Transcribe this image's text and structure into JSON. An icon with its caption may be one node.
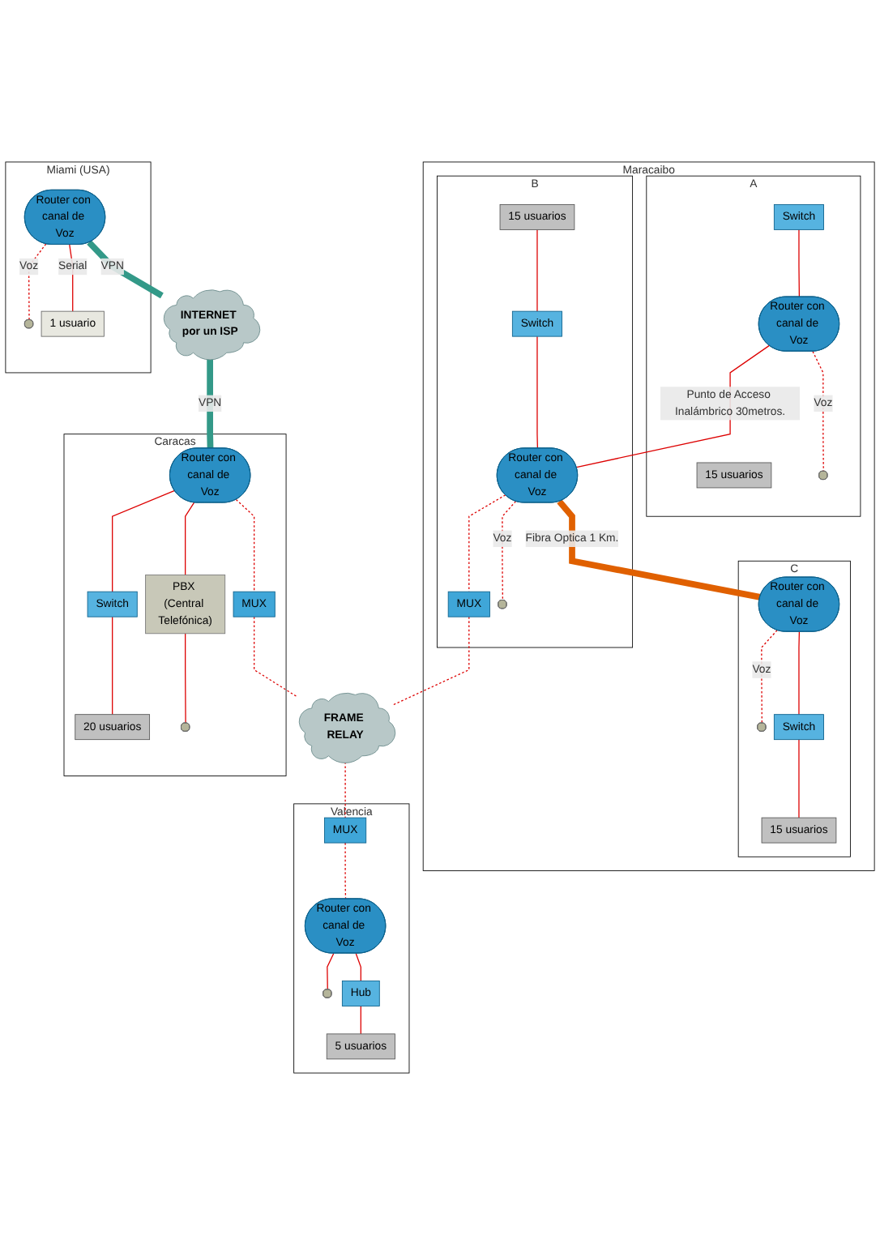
{
  "diagram": {
    "nodes": [
      {
        "text": [
          "Maracaibo"
        ]
      },
      {
        "text": [
          "A"
        ],
        "in": 0
      },
      {
        "text": [
          "15 usuarios"
        ],
        "in": 1
      },
      {
        "text": [],
        "shape": "phone",
        "in": 1
      },
      {
        "text": [
          "Switch"
        ],
        "in": 1
      },
      {
        "text": [
          "Router con canal de Voz"
        ],
        "in": 1
      },
      {
        "text": [
          "B"
        ],
        "in": 0
      },
      {
        "text": [
          "15 usuarios"
        ],
        "in": 6
      },
      {
        "text": [
          "MUX"
        ],
        "in": 6
      },
      {
        "text": [
          "Switch"
        ],
        "in": 6
      },
      {
        "text": [
          "Router con canal de Voz"
        ],
        "in": 6
      },
      {
        "text": [],
        "shape": "phone",
        "in": 6
      },
      {
        "text": [
          "C"
        ],
        "in": 0
      },
      {
        "text": [
          "Router con canal de Voz"
        ],
        "in": 12
      },
      {
        "text": [],
        "shape": "phone",
        "in": 12
      },
      {
        "text": [
          "Switch"
        ],
        "in": 12
      },
      {
        "text": [
          "15 usuarios"
        ],
        "in": 12
      },
      {
        "text": [
          "Miami (USA)"
        ]
      },
      {
        "text": [
          "Router con canal de Voz"
        ],
        "in": 17
      },
      {
        "text": [],
        "shape": "phone",
        "in": 17
      },
      {
        "text": [
          "1 usuario"
        ],
        "in": 17
      },
      {
        "text": [
          "INTERNET por un ISP"
        ]
      },
      {
        "text": [
          "Caracas"
        ]
      },
      {
        "text": [
          "Switch"
        ],
        "in": 22
      },
      {
        "text": [
          "20 usuarios"
        ],
        "in": 22
      },
      {
        "text": [
          "Router con canal de Voz"
        ],
        "in": 22
      },
      {
        "text": [
          "MUX"
        ],
        "in": 22
      },
      {
        "text": [
          "PBX (Central Telefónica)"
        ],
        "in": 22
      },
      {
        "text": [],
        "shape": "phone",
        "in": 22
      },
      {
        "text": [
          "FRAME RELAY"
        ]
      },
      {
        "text": [
          "Valencia"
        ]
      },
      {
        "text": [
          "MUX"
        ],
        "in": 30
      },
      {
        "text": [
          "Router con canal de Voz"
        ],
        "in": 30
      },
      {
        "text": [],
        "shape": "phone",
        "in": 30
      },
      {
        "text": [
          "Hub"
        ],
        "in": 30
      },
      {
        "text": [
          "5 usuarios"
        ],
        "in": 30
      }
    ],
    "edges": [
      {
        "from": 4,
        "to": 5,
        "arrow": "none"
      },
      {
        "from": 5,
        "to": 3,
        "arrow": "none",
        "label": "Voz",
        "style": "dashed"
      },
      {
        "from": 5,
        "to": 10,
        "arrow": "none",
        "label": "Punto de Acceso Inalámbrico 30metros."
      },
      {
        "from": 7,
        "to": 9,
        "arrow": "none"
      },
      {
        "from": 9,
        "to": 10,
        "arrow": "none"
      },
      {
        "from": 10,
        "to": 8,
        "arrow": "none",
        "style": "dashed"
      },
      {
        "from": 10,
        "to": 11,
        "arrow": "none",
        "label": "Voz",
        "style": "dashed"
      },
      {
        "from": 8,
        "to": 29,
        "arrow": "none",
        "style": "dashed"
      },
      {
        "from": 10,
        "to": 13,
        "arrow": "none",
        "label": "Fibra Optica 1 Km.",
        "style": "thick",
        "color": "#e06000"
      },
      {
        "from": 13,
        "to": 15,
        "arrow": "none"
      },
      {
        "from": 15,
        "to": 16,
        "arrow": "none"
      },
      {
        "from": 13,
        "to": 14,
        "arrow": "none",
        "label": "Voz",
        "style": "dashed"
      },
      {
        "from": 18,
        "to": 19,
        "arrow": "none",
        "label": "Voz",
        "style": "dashed"
      },
      {
        "from": 18,
        "to": 20,
        "arrow": "none",
        "label": "Serial"
      },
      {
        "from": 18,
        "to": 21,
        "arrow": "none",
        "label": "VPN",
        "style": "thick",
        "color": "#339988"
      },
      {
        "from": 21,
        "to": 25,
        "arrow": "none",
        "label": "VPN",
        "style": "thick",
        "color": "#339988"
      },
      {
        "from": 25,
        "to": 23,
        "arrow": "none"
      },
      {
        "from": 23,
        "to": 24,
        "arrow": "none"
      },
      {
        "from": 25,
        "to": 26,
        "arrow": "none",
        "style": "dashed"
      },
      {
        "from": 25,
        "to": 27,
        "arrow": "none"
      },
      {
        "from": 27,
        "to": 28,
        "arrow": "none"
      },
      {
        "from": 26,
        "to": 29,
        "arrow": "none",
        "style": "dashed"
      },
      {
        "from": 29,
        "to": 31,
        "arrow": "none",
        "style": "dashed"
      },
      {
        "from": 31,
        "to": 32,
        "arrow": "none",
        "style": "dashed"
      },
      {
        "from": 32,
        "to": 33,
        "arrow": "none"
      },
      {
        "from": 32,
        "to": 34,
        "arrow": "none"
      },
      {
        "from": 34,
        "to": 35,
        "arrow": "none"
      }
    ]
  }
}
